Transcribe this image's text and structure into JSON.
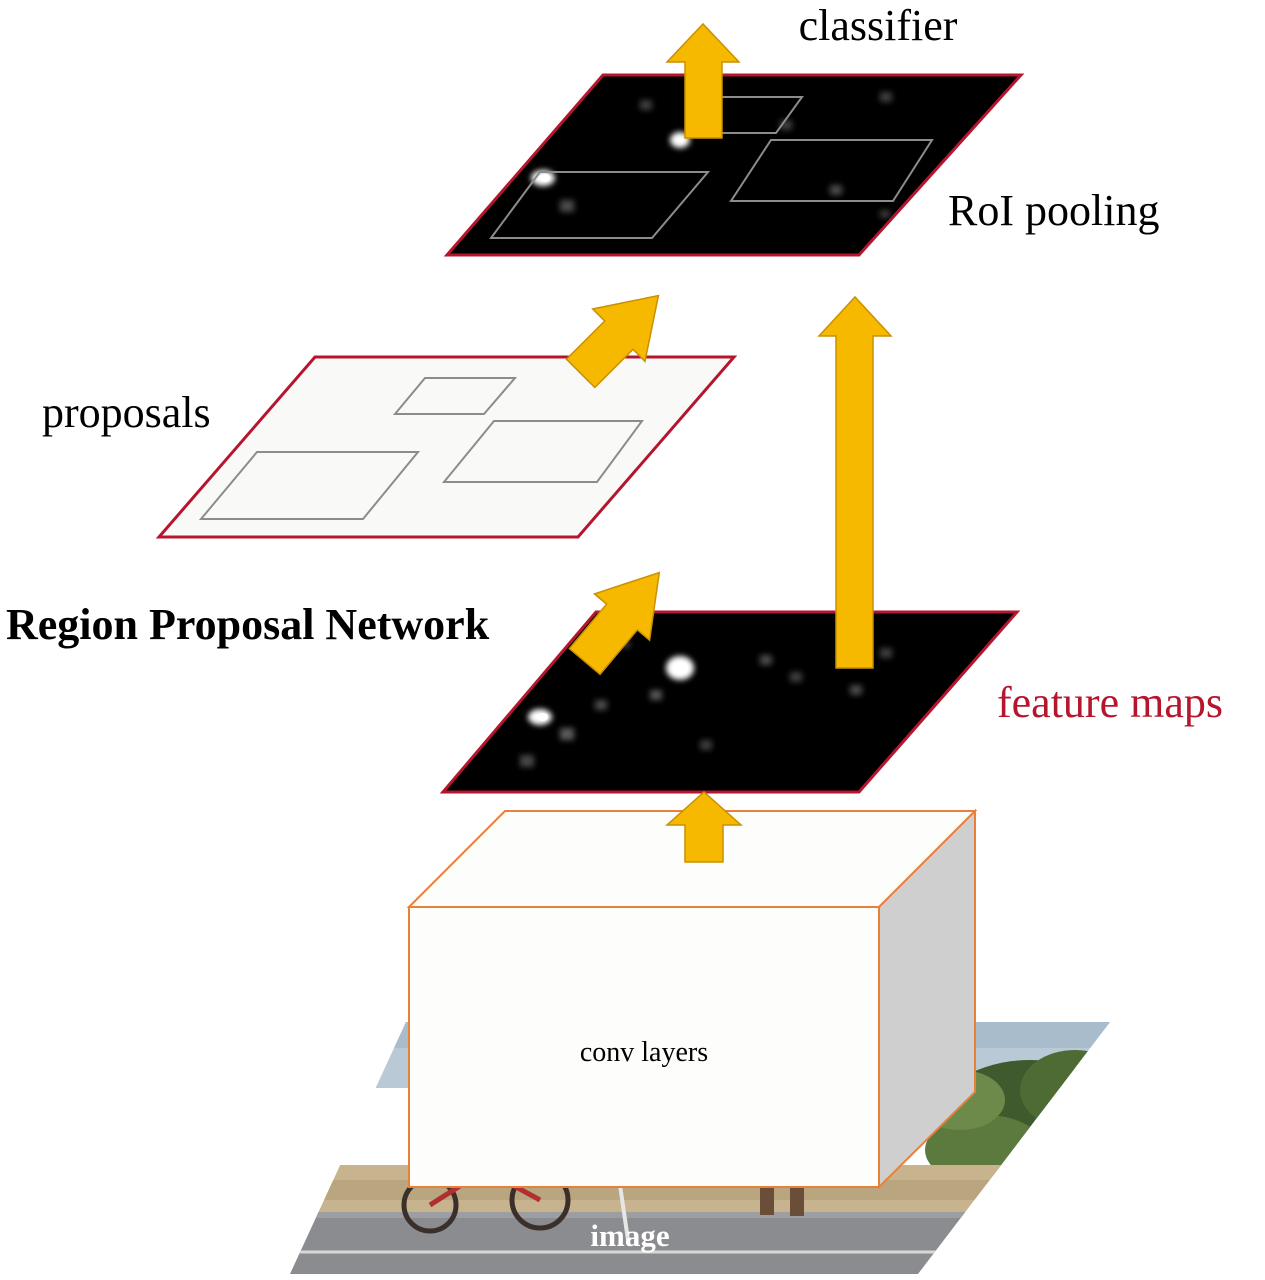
{
  "labels": {
    "classifier": "classifier",
    "roi_pooling": "RoI pooling",
    "proposals": "proposals",
    "rpn": "Region Proposal Network",
    "feature_maps": "feature maps",
    "conv_layers": "conv layers",
    "image": "image"
  },
  "colors": {
    "arrow_fill": "#F7B800",
    "arrow_stroke": "#C99000",
    "map_border": "#B5162E",
    "feature_map_bg": "#000000",
    "proposal_box": "#8C8C8C",
    "conv_edge": "#E8803A",
    "conv_face": "#FDFDFB",
    "conv_side": "#CFCFCF",
    "feature_maps_label": "#B5162E",
    "image_label": "#FFFFFF"
  },
  "icons": {
    "arrow": "block-arrow-icon"
  }
}
